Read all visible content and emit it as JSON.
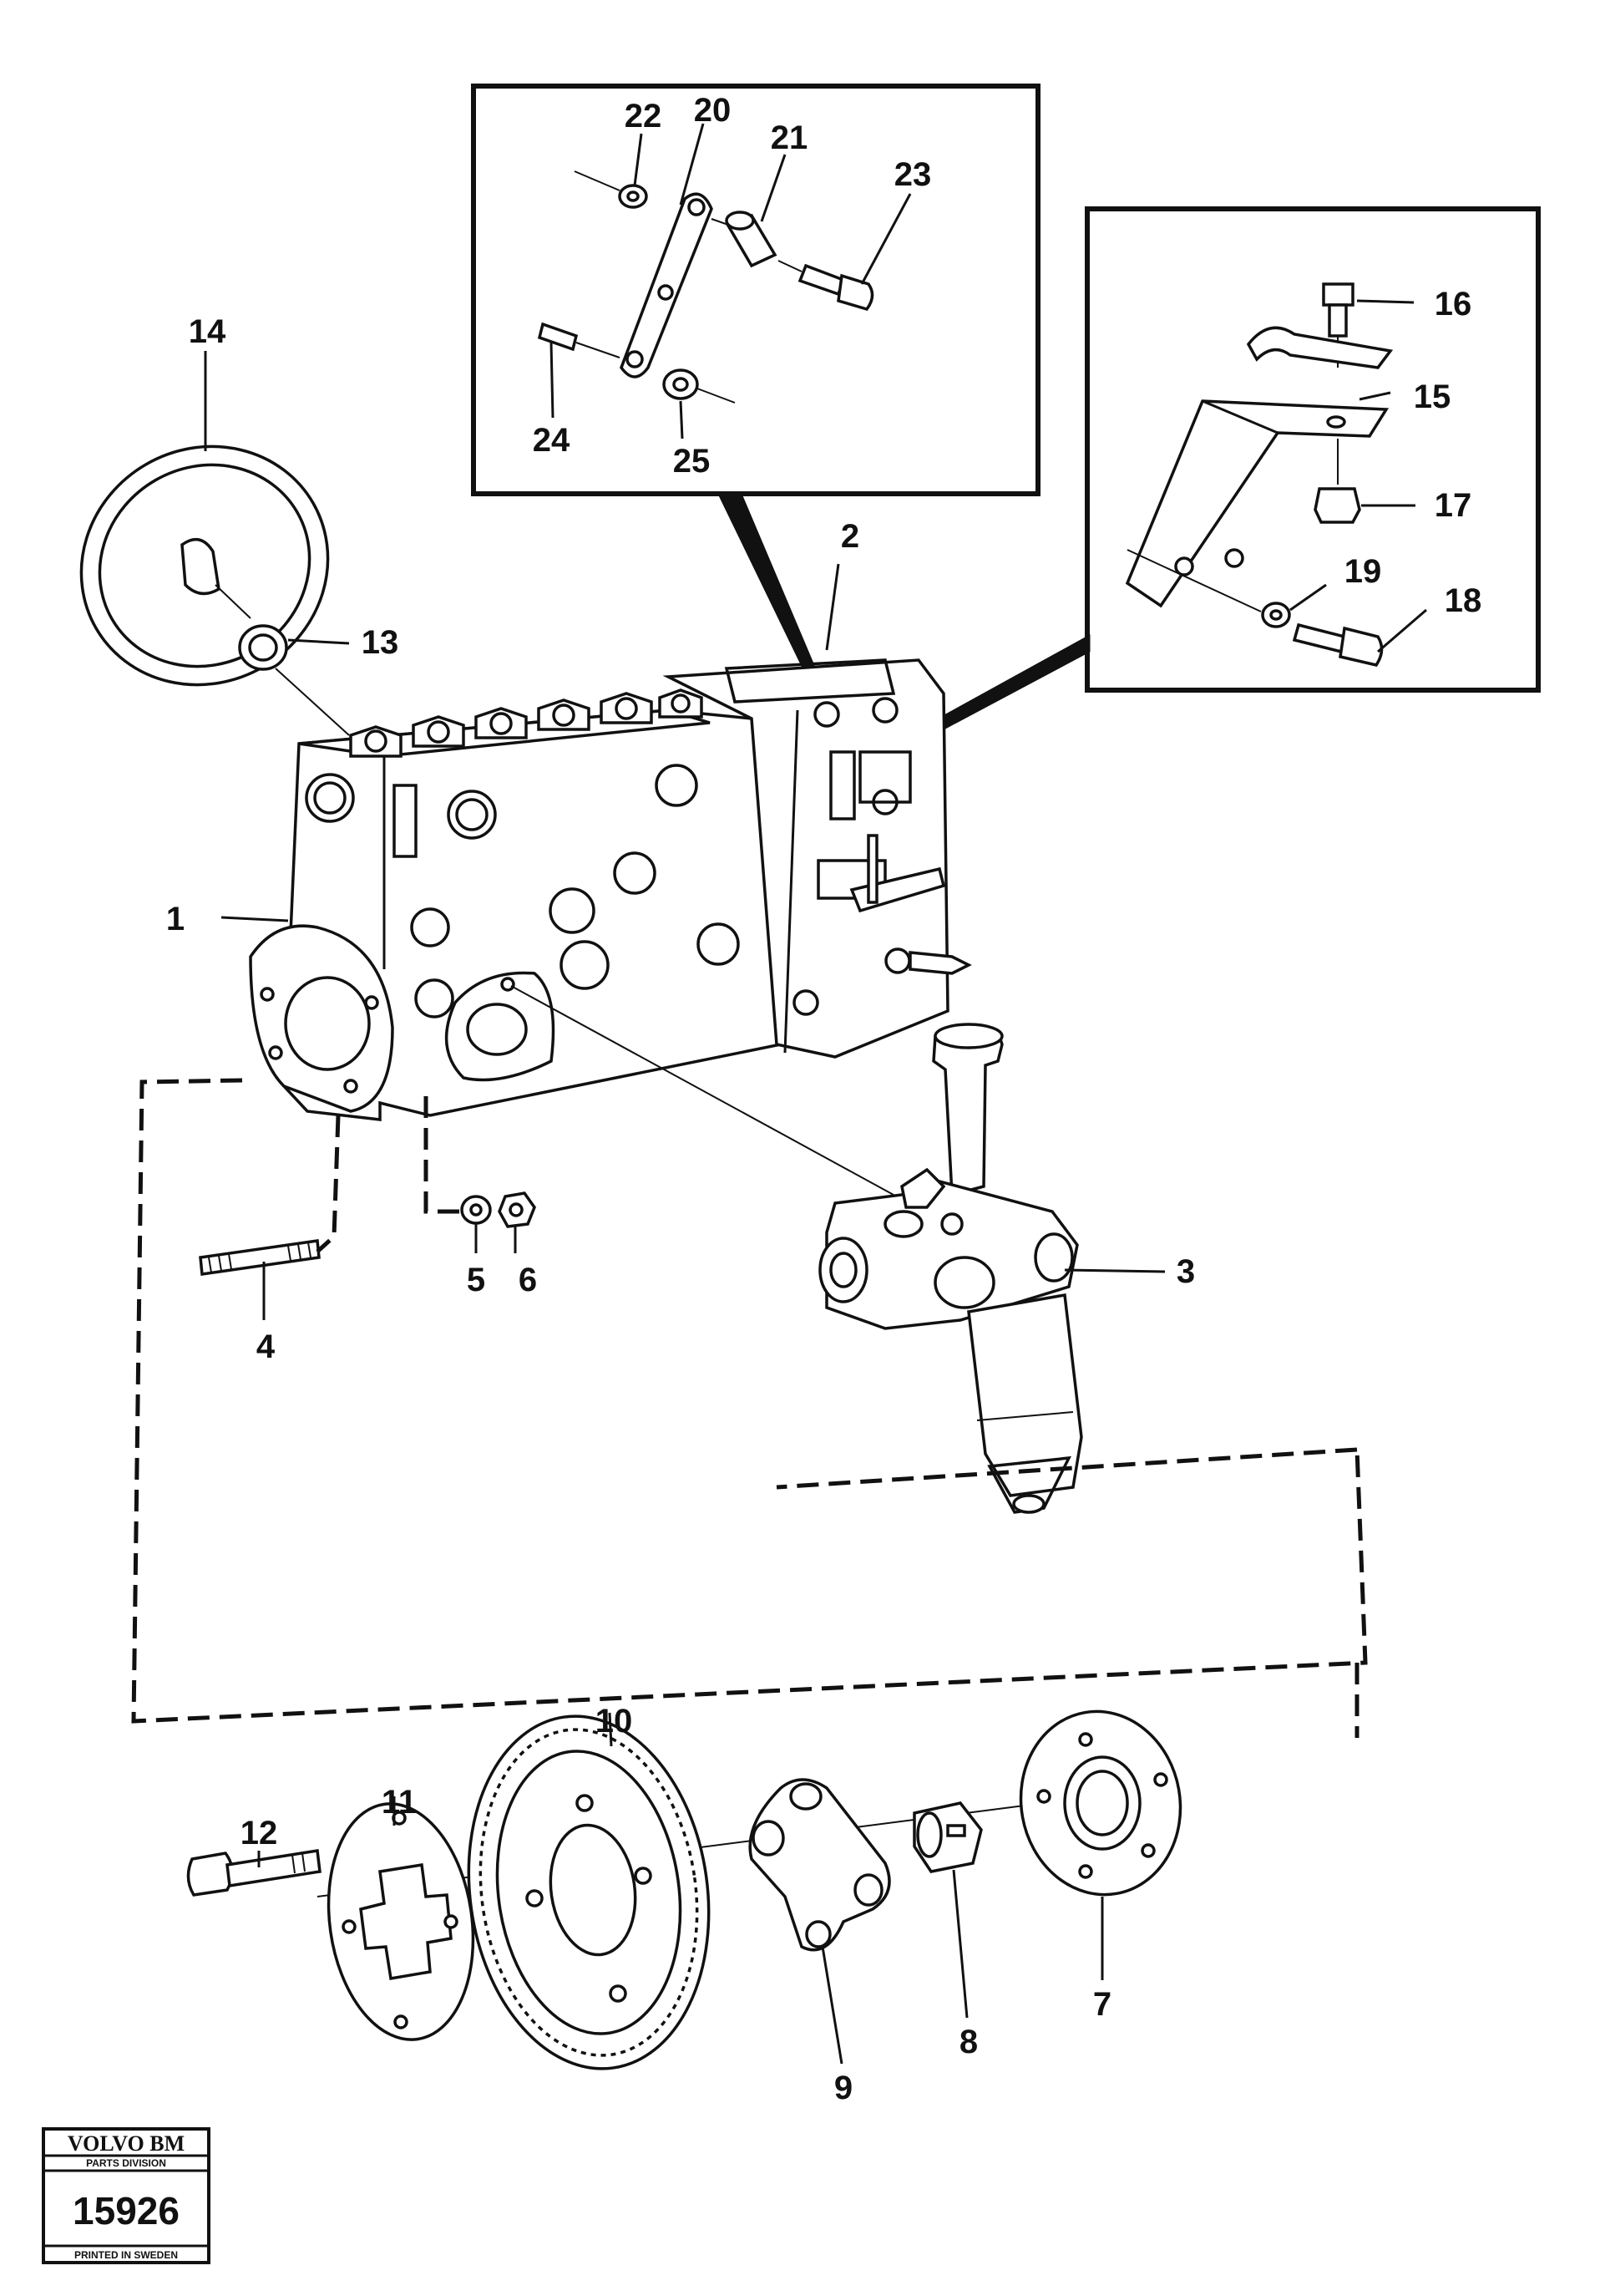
{
  "callouts": [
    {
      "num": "1",
      "part": "injection-pump"
    },
    {
      "num": "2",
      "part": "governor-housing"
    },
    {
      "num": "3",
      "part": "feed-pump"
    },
    {
      "num": "4",
      "part": "stud"
    },
    {
      "num": "5",
      "part": "washer"
    },
    {
      "num": "6",
      "part": "nut"
    },
    {
      "num": "7",
      "part": "hub-flange"
    },
    {
      "num": "8",
      "part": "coupling-sleeve"
    },
    {
      "num": "9",
      "part": "coupling-disc"
    },
    {
      "num": "10",
      "part": "drive-gear"
    },
    {
      "num": "11",
      "part": "lock-plate"
    },
    {
      "num": "12",
      "part": "bolt"
    },
    {
      "num": "13",
      "part": "sealing-ring"
    },
    {
      "num": "14",
      "part": "cover-plate"
    },
    {
      "num": "15",
      "part": "bracket"
    },
    {
      "num": "16",
      "part": "screw"
    },
    {
      "num": "17",
      "part": "nut"
    },
    {
      "num": "18",
      "part": "screw"
    },
    {
      "num": "19",
      "part": "washer"
    },
    {
      "num": "20",
      "part": "lever"
    },
    {
      "num": "21",
      "part": "spacer"
    },
    {
      "num": "22",
      "part": "washer"
    },
    {
      "num": "23",
      "part": "screw"
    },
    {
      "num": "24",
      "part": "stud"
    },
    {
      "num": "25",
      "part": "nut"
    }
  ],
  "badge": {
    "brand": "VOLVO BM",
    "division": "PARTS DIVISION",
    "number": "15926",
    "printed": "PRINTED IN SWEDEN"
  }
}
